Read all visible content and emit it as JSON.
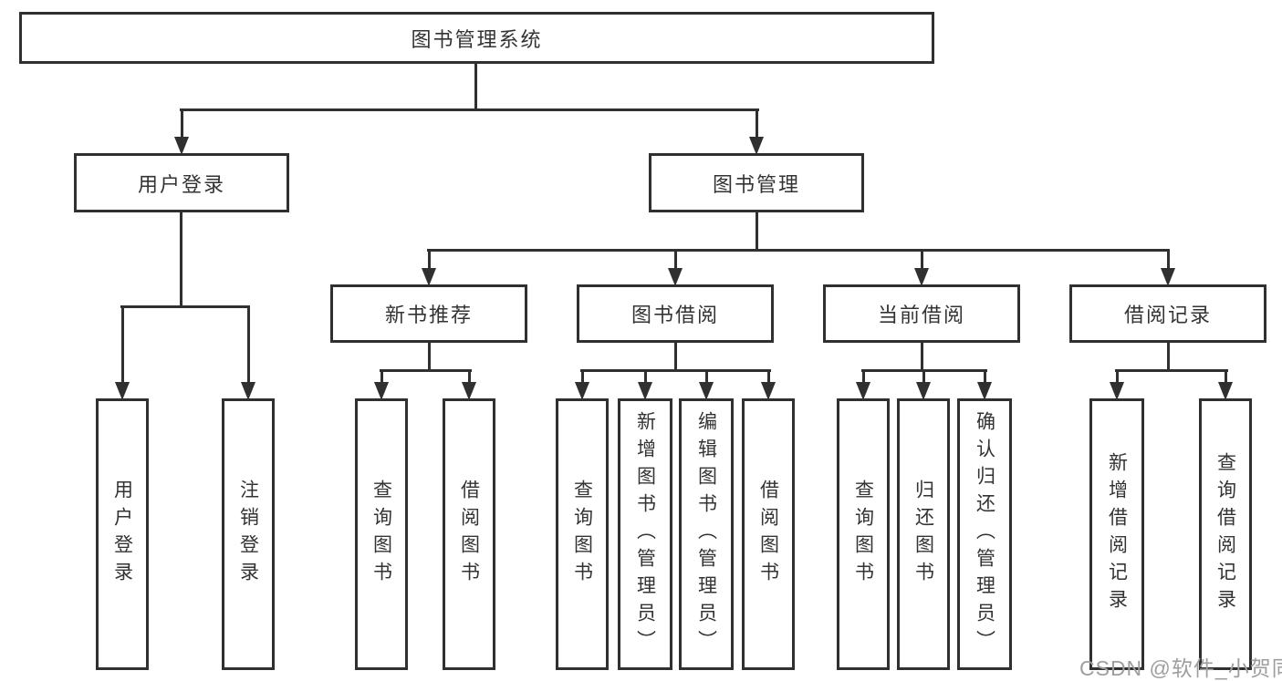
{
  "tree": {
    "root": "图书管理系统",
    "login": {
      "label": "用户登录",
      "children": [
        "用户登录",
        "注销登录"
      ]
    },
    "mgmt": {
      "label": "图书管理",
      "sections": {
        "recommend": {
          "label": "新书推荐",
          "children": [
            "查询图书",
            "借阅图书"
          ]
        },
        "borrow": {
          "label": "图书借阅",
          "children": [
            "查询图书",
            "新增图书（管理员）",
            "编辑图书（管理员）",
            "借阅图书"
          ]
        },
        "current": {
          "label": "当前借阅",
          "children": [
            "查询图书",
            "归还图书",
            "确认归还（管理员）"
          ]
        },
        "records": {
          "label": "借阅记录",
          "children": [
            "新增借阅记录",
            "查询借阅记录"
          ]
        }
      }
    }
  },
  "watermark": {
    "text": "CSDN @软件_小贺同学"
  },
  "colors": {
    "line": "#303030",
    "text": "#333333",
    "box_fill": "#ffffff",
    "background": "#ffffff",
    "watermark": "#9e9e9e"
  }
}
